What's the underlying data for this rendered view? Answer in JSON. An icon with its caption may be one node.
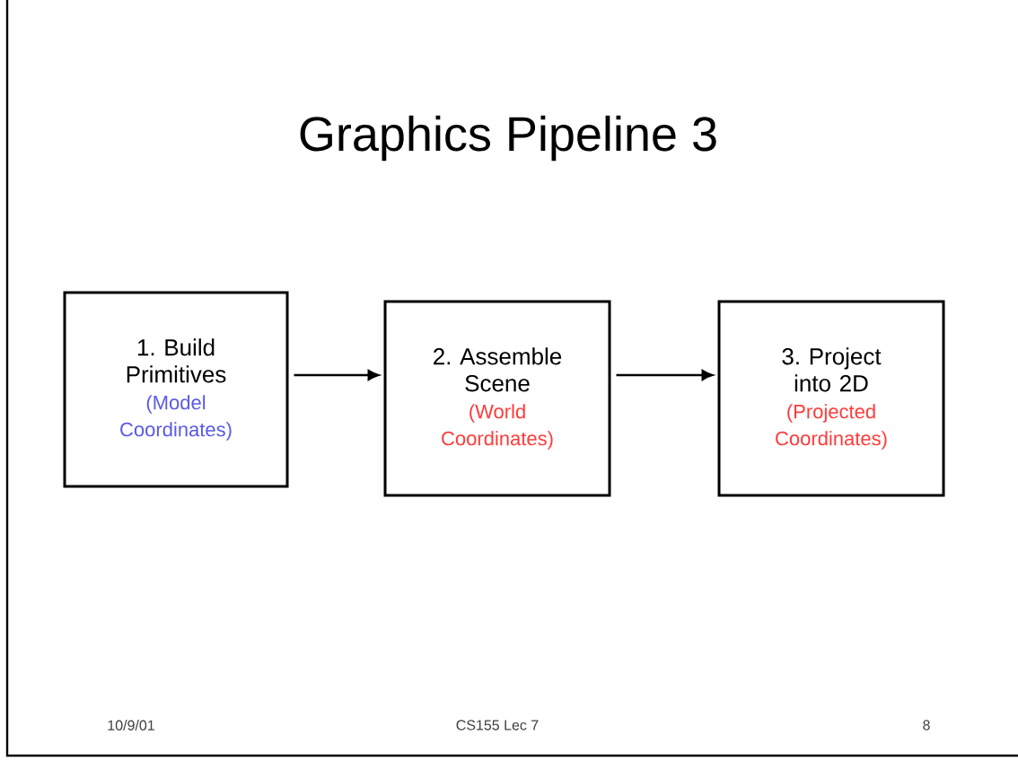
{
  "diagram": {
    "title": "Graphics Pipeline 3",
    "nodes": [
      {
        "text": [
          "1. Build Primitives",
          "(Model Coordinates)"
        ]
      },
      {
        "text": [
          "2. Assemble Scene",
          "(World Coordinates)"
        ]
      },
      {
        "text": [
          "3. Project into 2D",
          "(Projected Coordinates)"
        ]
      }
    ],
    "edges": [
      {
        "from": 0,
        "to": 1,
        "arrow": "to"
      },
      {
        "from": 1,
        "to": 2,
        "arrow": "to"
      }
    ],
    "labels": [
      "10/9/01",
      "CS155 Lec 7",
      "8"
    ]
  }
}
